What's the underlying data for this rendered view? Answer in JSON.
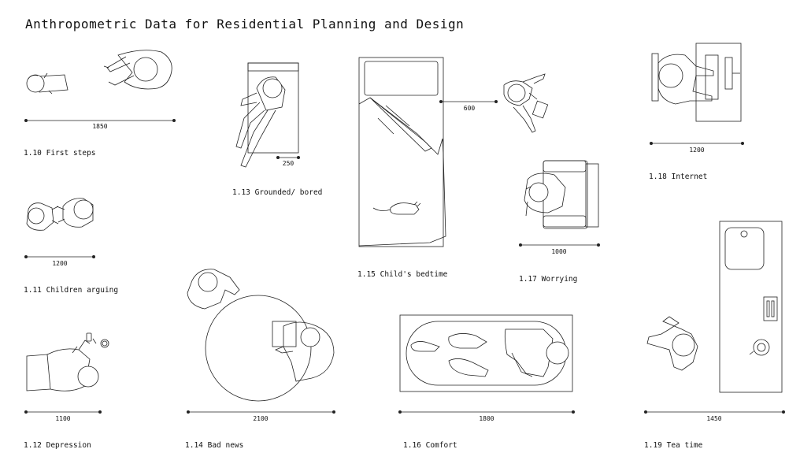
{
  "title": "Anthropometric Data for Residential Planning and Design",
  "captions": {
    "c110": "1.10 First steps",
    "c111": "1.11 Children arguing",
    "c112": "1.12 Depression",
    "c113": "1.13 Grounded/ bored",
    "c114": "1.14 Bad news",
    "c115": "1.15 Child's bedtime",
    "c116": "1.16 Comfort",
    "c117": "1.17 Worrying",
    "c118": "1.18 Internet",
    "c119": "1.19 Tea time"
  },
  "dimensions": {
    "d110": "1850",
    "d111": "1200",
    "d112": "1100",
    "d113": "250",
    "d114": "2100",
    "d115": "600",
    "d116": "1800",
    "d117": "1000",
    "d118": "1200",
    "d119": "1450"
  },
  "colors": {
    "line": "#222222",
    "background": "#ffffff"
  }
}
